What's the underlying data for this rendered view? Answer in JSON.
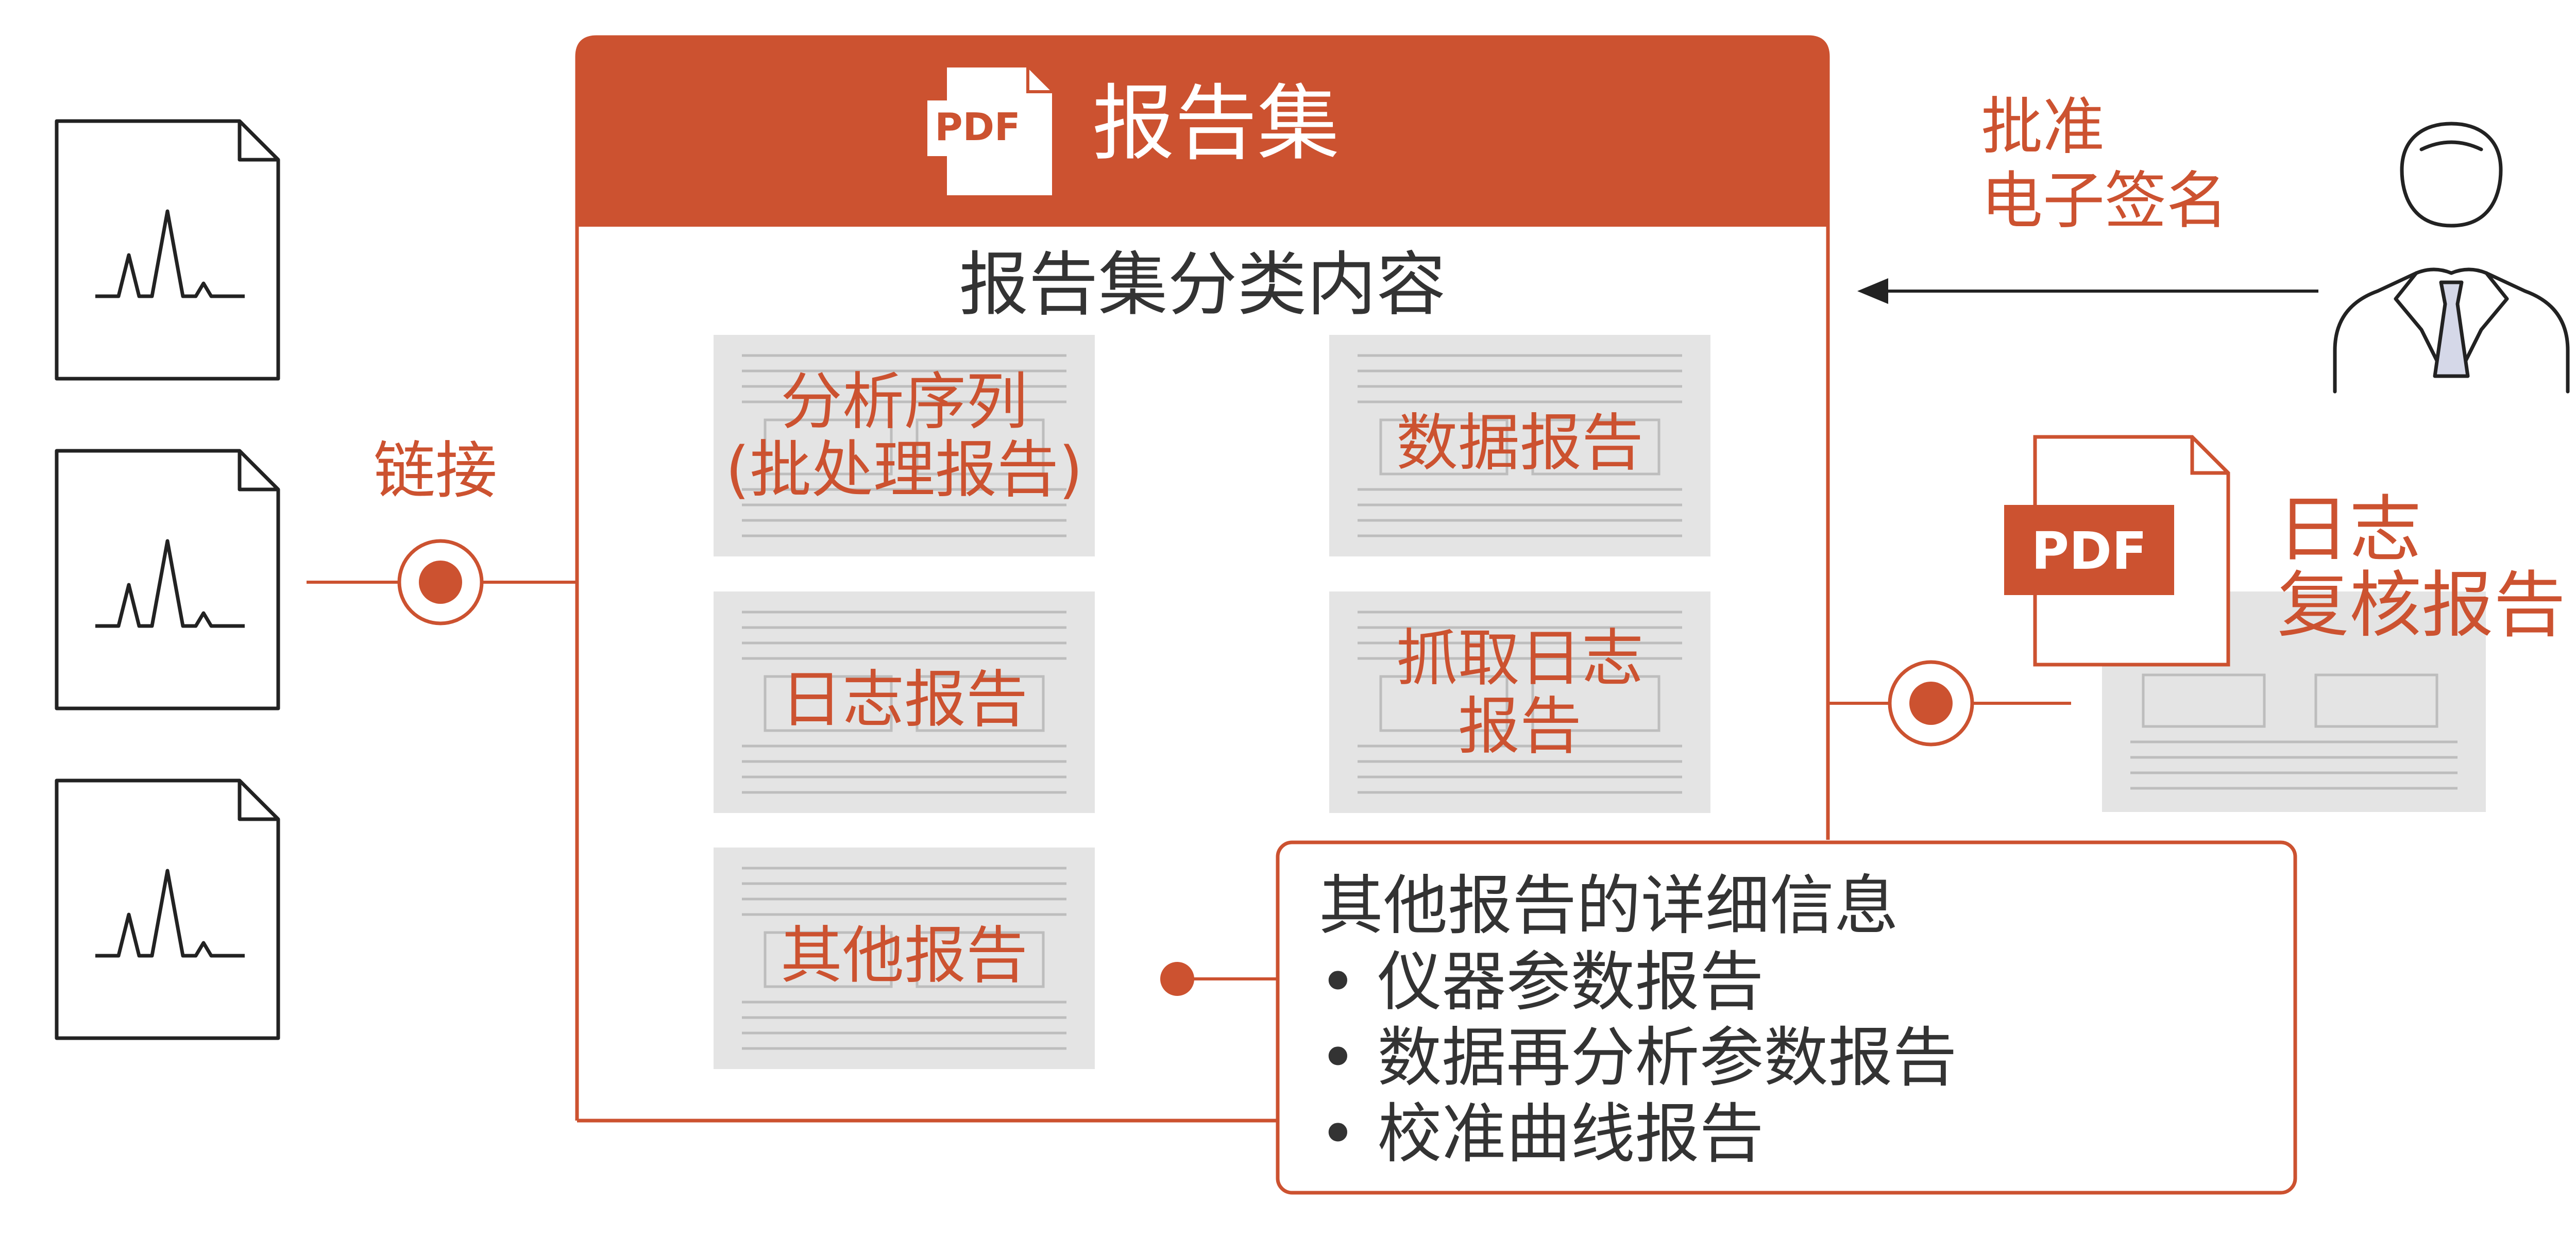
{
  "colors": {
    "accent": "#cc5230",
    "text": "#333333",
    "gray": "#e3e3e3",
    "line": "#bdbdbd"
  },
  "icons": [
    "chromatogram-doc-icon",
    "pdf-file-icon",
    "person-icon",
    "arrow-left-icon"
  ],
  "header": {
    "pdf_badge": "PDF",
    "title": "报告集"
  },
  "main": {
    "subtitle": "报告集分类内容",
    "items": [
      {
        "line1": "分析序列",
        "line2": "(批处理报告)"
      },
      {
        "line1": "数据报告",
        "line2": ""
      },
      {
        "line1": "日志报告",
        "line2": ""
      },
      {
        "line1": "抓取日志",
        "line2": "报告"
      },
      {
        "line1": "其他报告",
        "line2": ""
      }
    ]
  },
  "left": {
    "link_label": "链接"
  },
  "right": {
    "approval_line1": "批准",
    "approval_line2": "电子签名",
    "pdf_badge": "PDF",
    "review_line1": "日志",
    "review_line2": "复核报告"
  },
  "details": {
    "title": "其他报告的详细信息",
    "bullets": [
      "仪器参数报告",
      "数据再分析参数报告",
      "校准曲线报告"
    ]
  }
}
